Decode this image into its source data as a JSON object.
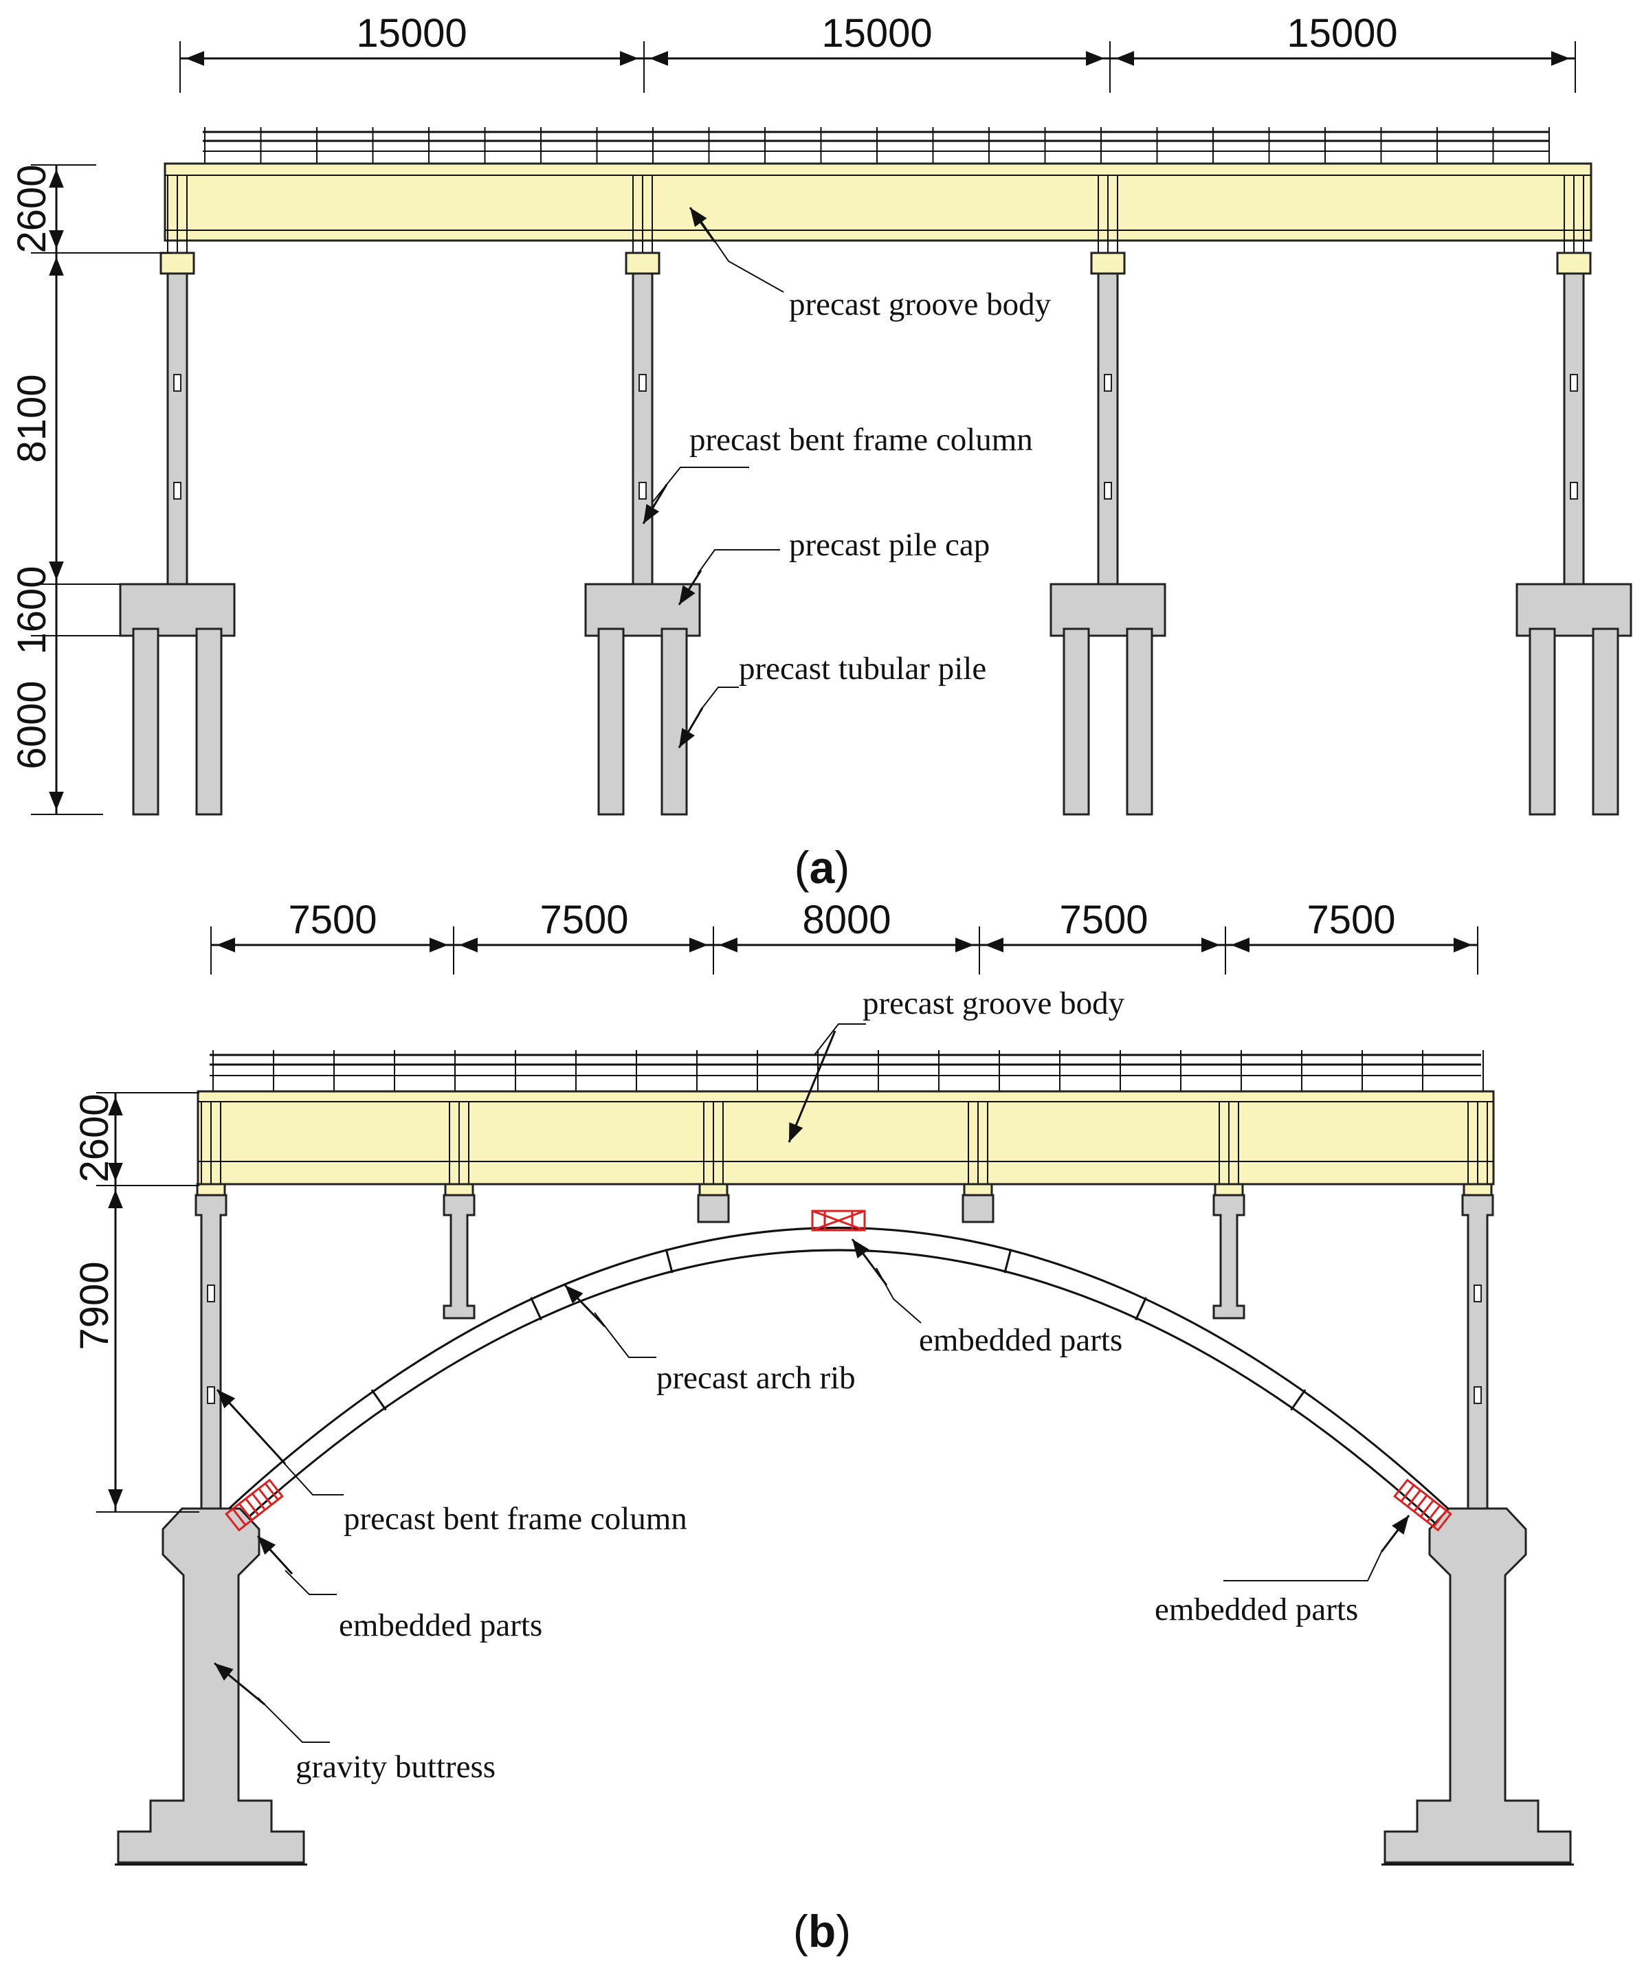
{
  "colors": {
    "trough": "#f8f4bc",
    "concrete": "#cfcfcf",
    "embedded": "#e02020",
    "ink": "#111111"
  },
  "panel_a": {
    "caption_open": "(",
    "caption_letter": "a",
    "caption_close": ")",
    "span_dims": [
      "15000",
      "15000",
      "15000"
    ],
    "height_dims": [
      "2600",
      "8100",
      "1600",
      "6000"
    ],
    "labels": {
      "groove": "precast groove body",
      "column": "precast bent frame column",
      "pile_cap": "precast pile cap",
      "pile": "precast tubular pile"
    }
  },
  "panel_b": {
    "caption_open": "(",
    "caption_letter": "b",
    "caption_close": ")",
    "span_dims": [
      "7500",
      "7500",
      "8000",
      "7500",
      "7500"
    ],
    "height_dims": [
      "2600",
      "7900"
    ],
    "labels": {
      "groove": "precast groove body",
      "embedded_crown": "embedded parts",
      "arch_rib": "precast arch rib",
      "column": "precast bent frame column",
      "embedded_left": "embedded parts",
      "embedded_right": "embedded parts",
      "buttress": "gravity buttress"
    }
  }
}
